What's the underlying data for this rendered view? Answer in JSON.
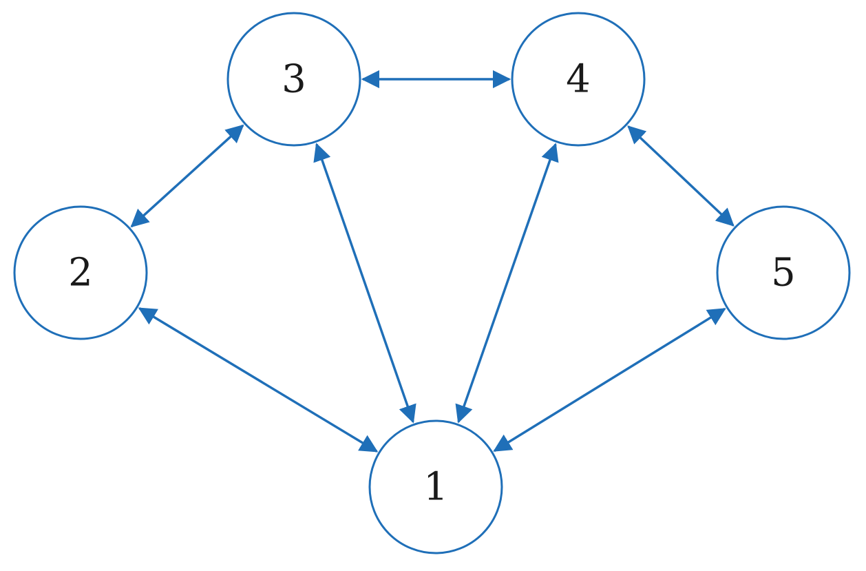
{
  "diagram": {
    "line_color": "#1f6fb8",
    "nodes": [
      {
        "id": "1",
        "label": "1"
      },
      {
        "id": "2",
        "label": "2"
      },
      {
        "id": "3",
        "label": "3"
      },
      {
        "id": "4",
        "label": "4"
      },
      {
        "id": "5",
        "label": "5"
      }
    ],
    "edges": [
      {
        "from": "3",
        "to": "4",
        "direction": "both"
      },
      {
        "from": "2",
        "to": "3",
        "direction": "both"
      },
      {
        "from": "3",
        "to": "1",
        "direction": "both"
      },
      {
        "from": "4",
        "to": "1",
        "direction": "both"
      },
      {
        "from": "4",
        "to": "5",
        "direction": "both"
      },
      {
        "from": "2",
        "to": "1",
        "direction": "both"
      },
      {
        "from": "5",
        "to": "1",
        "direction": "both"
      }
    ]
  }
}
